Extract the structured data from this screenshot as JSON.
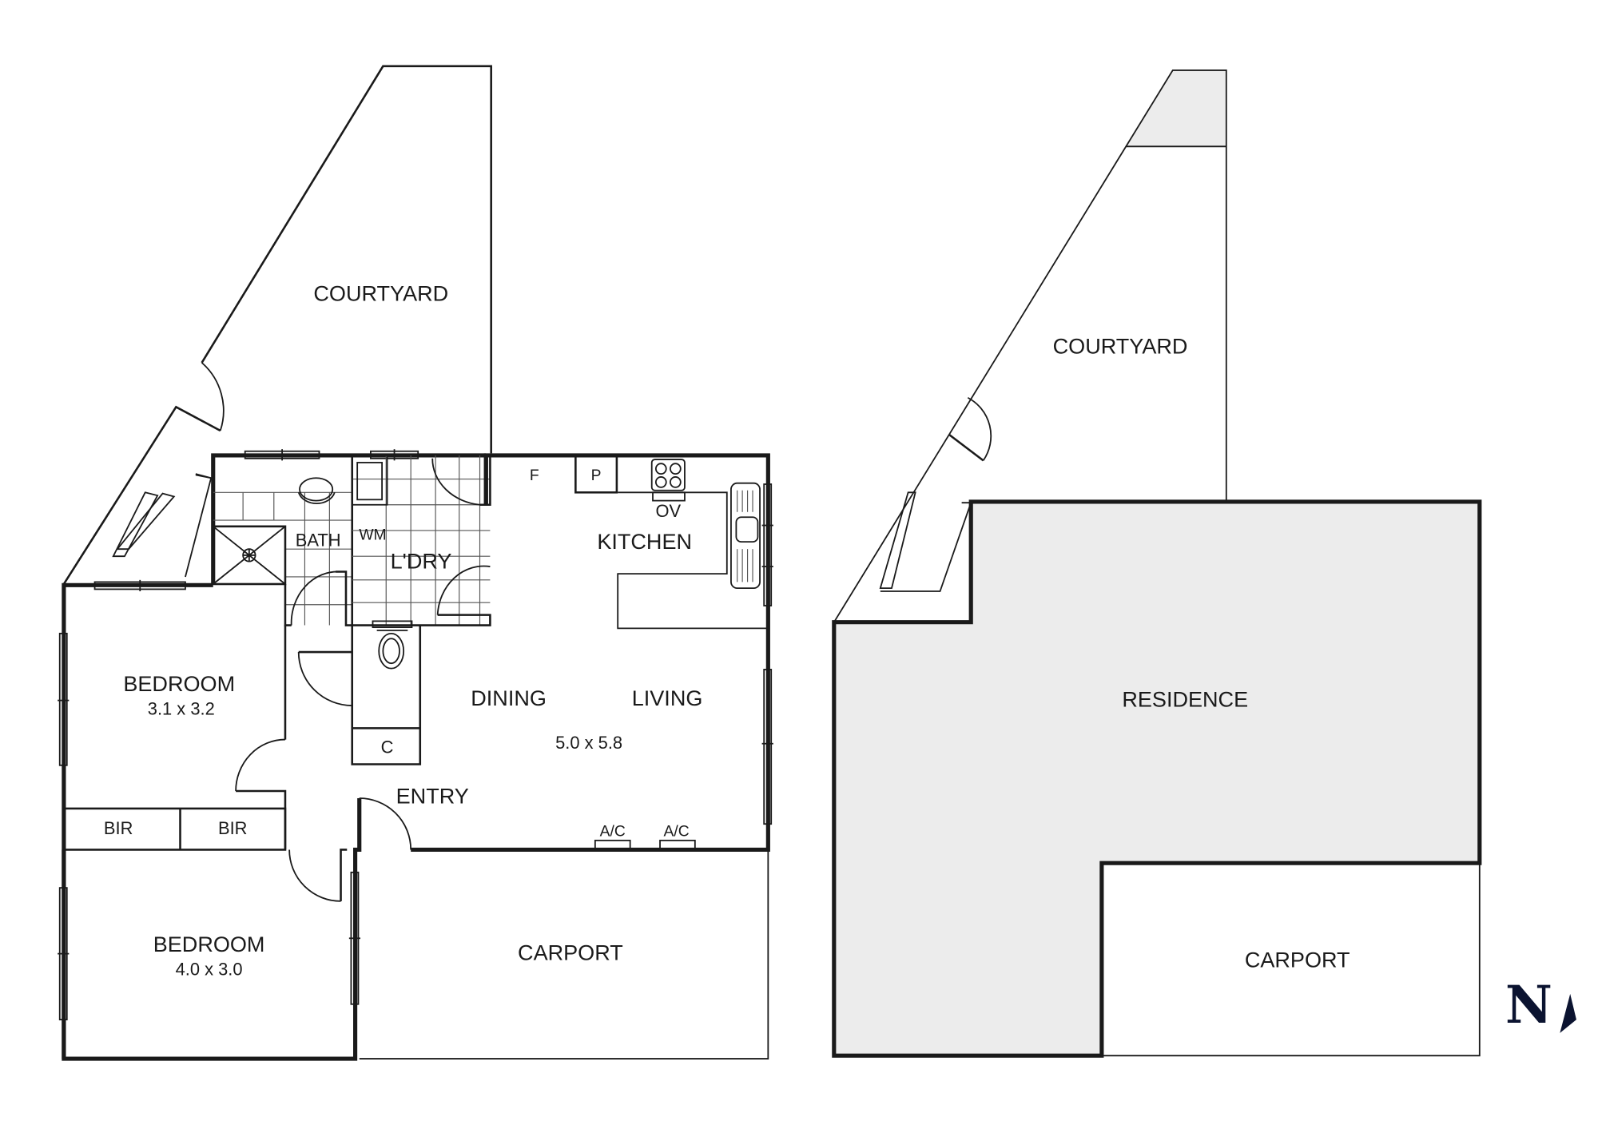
{
  "plan": {
    "rooms": {
      "courtyard": "COURTYARD",
      "bath": "BATH",
      "wm": "WM",
      "laundry": "L'DRY",
      "kitchen": "KITCHEN",
      "fridge": "F",
      "pantry": "P",
      "oven": "OV",
      "bedroom1": "BEDROOM",
      "bedroom1_size": "3.1 x 3.2",
      "bedroom2": "BEDROOM",
      "bedroom2_size": "4.0 x 3.0",
      "bir1": "BIR",
      "bir2": "BIR",
      "cupboard": "C",
      "dining": "DINING",
      "living": "LIVING",
      "living_size": "5.0 x 5.8",
      "entry": "ENTRY",
      "ac1": "A/C",
      "ac2": "A/C",
      "carport": "CARPORT"
    }
  },
  "site_plan": {
    "courtyard": "COURTYARD",
    "residence": "RESIDENCE",
    "carport": "CARPORT"
  },
  "compass": {
    "label": "N",
    "color": "#0b1330"
  },
  "colors": {
    "wall": "#1a1a1a",
    "shade": "#ececec"
  }
}
